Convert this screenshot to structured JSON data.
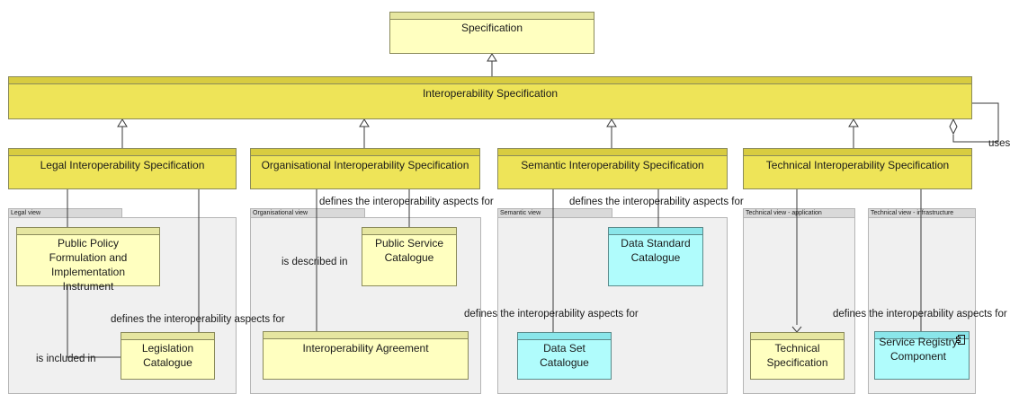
{
  "elements": {
    "specification": "Specification",
    "interoperability_specification": "Interoperability Specification",
    "legal_spec": "Legal Interoperability Specification",
    "org_spec": "Organisational Interoperability Specification",
    "semantic_spec": "Semantic Interoperability Specification",
    "technical_spec": "Technical Interoperability Specification",
    "public_policy": "Public Policy Formulation and Implementation Instrument",
    "legislation_catalogue": "Legislation Catalogue",
    "public_service_catalogue": "Public Service Catalogue",
    "interoperability_agreement": "Interoperability Agreement",
    "data_standard_catalogue": "Data Standard Catalogue",
    "data_set_catalogue": "Data Set Catalogue",
    "technical_specification": "Technical Specification",
    "service_registry_component": "Service Registry Component"
  },
  "groups": {
    "legal_view": "Legal view",
    "org_view": "Organisational view",
    "semantic_view": "Semantic view",
    "tech_app_view": "Technical view - application",
    "tech_infra_view": "Technical view - infrastructure"
  },
  "relations": {
    "uses": "uses",
    "defines_org": "defines the interoperability aspects for",
    "defines_sem": "defines the interoperability aspects for",
    "defines_legal": "defines the interoperability aspects for",
    "defines_dataset": "defines the interoperability aspects for",
    "defines_tech": "defines the interoperability aspects for",
    "is_described_in": "is described in",
    "is_included_in": "is included in"
  },
  "colors": {
    "pale_yellow": "#ffffc0",
    "gold": "#eee458",
    "cyan": "#b0fcfc",
    "group_grey": "#f0f0f0"
  }
}
